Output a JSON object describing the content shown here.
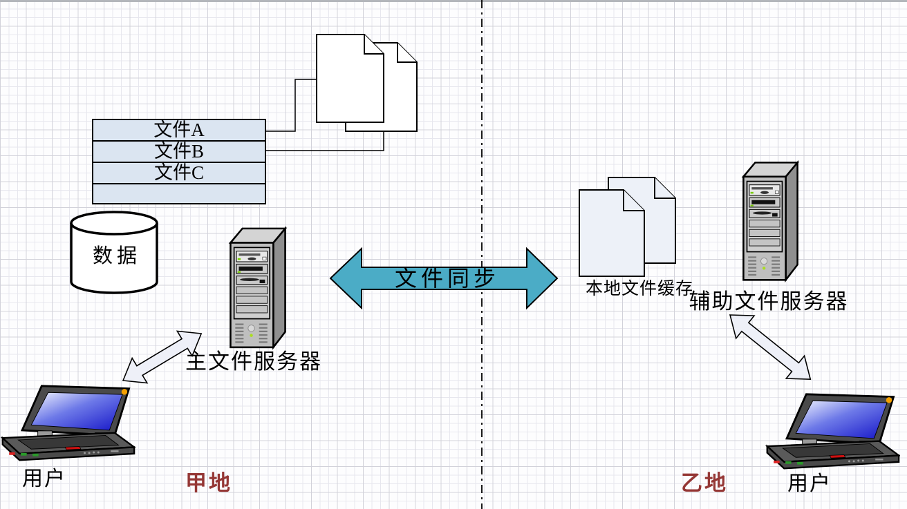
{
  "diagram": {
    "type": "file-sync-topology",
    "divider": {
      "style": "dash-dot-vertical"
    },
    "sync_arrow": {
      "icon": "double-arrow-icon",
      "label": "文件同步",
      "color": "#4BACC6"
    },
    "left_region": {
      "label": "甲地",
      "file_table": {
        "icon": "file-list-icon",
        "fill": "#dbe5f1",
        "rows": [
          "文件A",
          "文件B",
          "文件C",
          ""
        ]
      },
      "documents": {
        "icon": "documents-icon"
      },
      "database": {
        "icon": "database-cylinder-icon",
        "label": "数据"
      },
      "server": {
        "icon": "server-tower-icon",
        "label": "主文件服务器"
      },
      "user": {
        "icon": "laptop-icon",
        "label": "用户"
      }
    },
    "right_region": {
      "label": "乙地",
      "cache": {
        "icon": "documents-icon",
        "label": "本地文件缓存",
        "fill": "#edf1f8"
      },
      "server": {
        "icon": "server-tower-icon",
        "label": "辅助文件服务器"
      },
      "user": {
        "icon": "laptop-icon",
        "label": "用户"
      }
    },
    "colors": {
      "region_label": "#953735",
      "sync_arrow_fill": "#4BACC6",
      "table_fill": "#dbe5f1",
      "right_doc_fill": "#edf1f8",
      "white_arrow_fill": "#eef0f8"
    }
  }
}
